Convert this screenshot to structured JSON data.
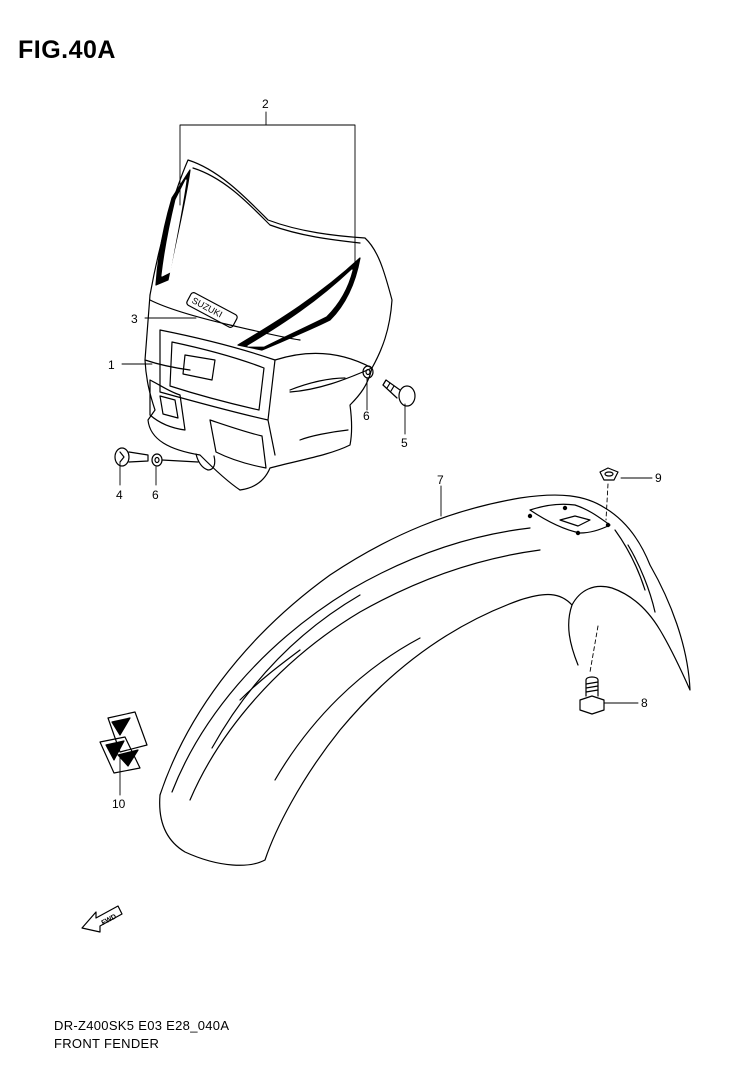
{
  "figure": {
    "title": "FIG.40A",
    "model_code": "DR-Z400SK5 E03 E28_040A",
    "caption": "FRONT FENDER"
  },
  "callouts": [
    "1",
    "2",
    "3",
    "4",
    "5",
    "6",
    "6",
    "7",
    "8",
    "9",
    "10"
  ],
  "emblem_text": "SUZUKI",
  "fwd_text": "FWD"
}
